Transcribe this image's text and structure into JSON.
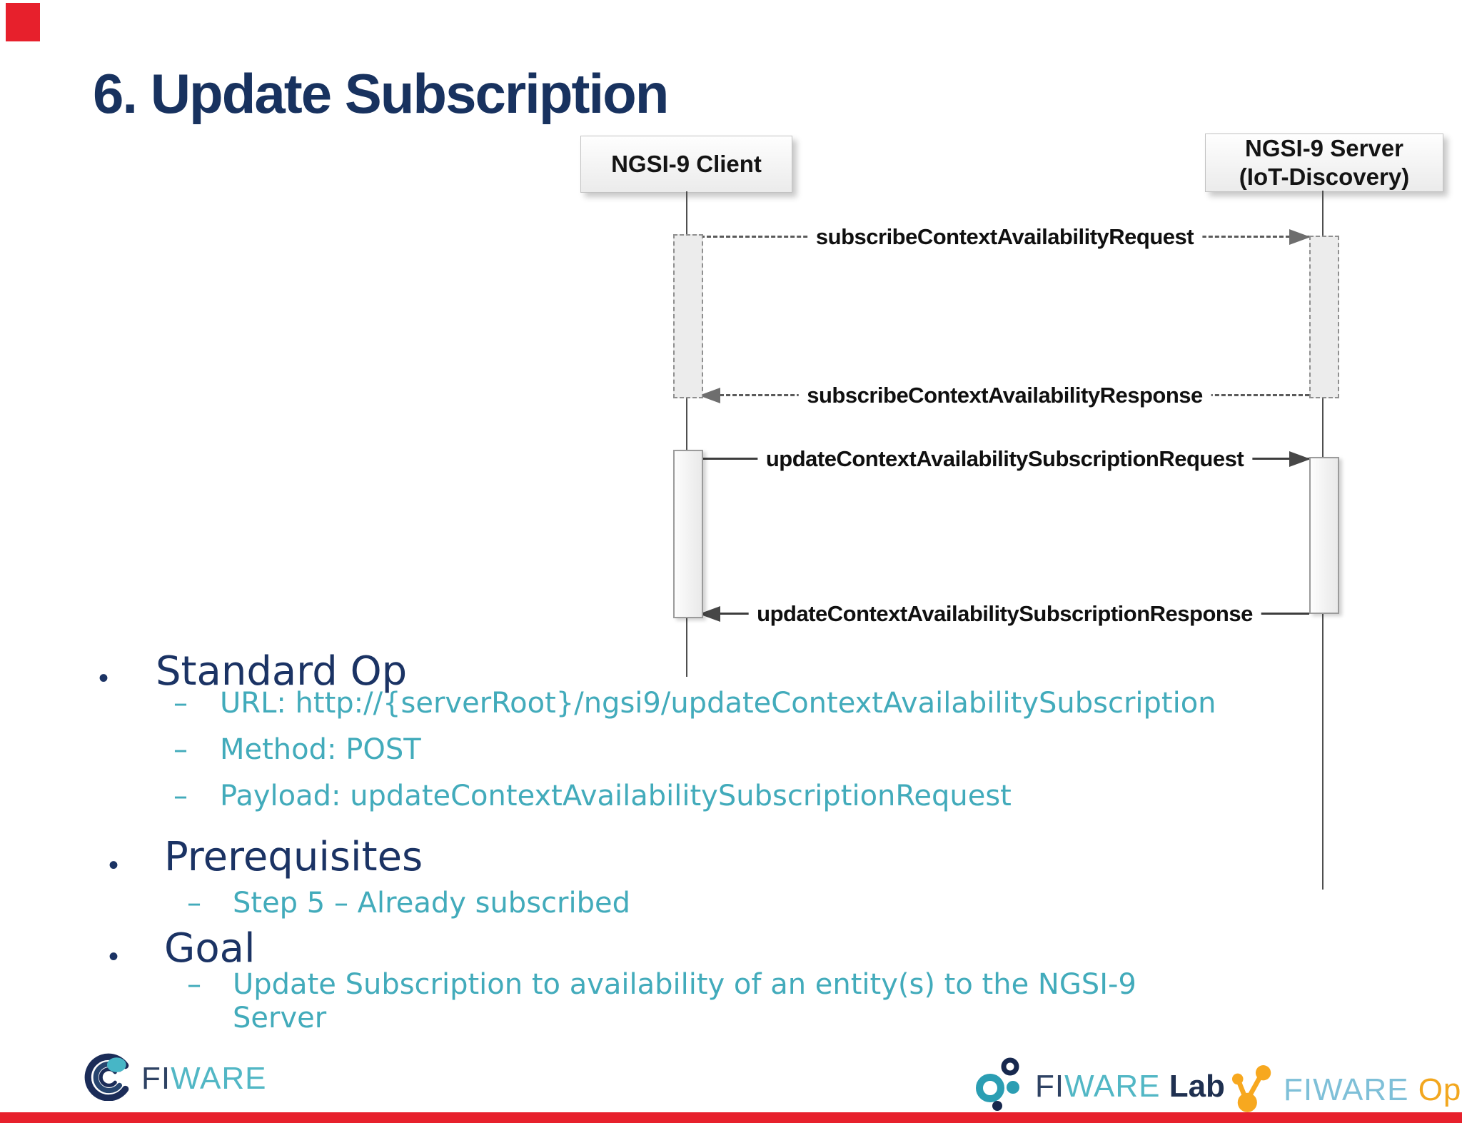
{
  "title": "6. Update Subscription",
  "colors": {
    "accent_red": "#e7202c",
    "heading_navy": "#1b3364",
    "sub_teal": "#42abbb",
    "title_navy": "#18325f"
  },
  "diagram": {
    "client_label": "NGSI-9 Client",
    "server_label_line1": "NGSI-9 Server",
    "server_label_line2": "(IoT-Discovery)",
    "messages": [
      {
        "label": "subscribeContextAvailabilityRequest",
        "style": "dashed",
        "direction": "right"
      },
      {
        "label": "subscribeContextAvailabilityResponse",
        "style": "dashed",
        "direction": "left"
      },
      {
        "label": "updateContextAvailabilitySubscriptionRequest",
        "style": "solid",
        "direction": "right"
      },
      {
        "label": "updateContextAvailabilitySubscriptionResponse",
        "style": "solid",
        "direction": "left"
      }
    ]
  },
  "glyphs": {
    "bullet": "•",
    "dash": "–"
  },
  "bullets": {
    "standard_op": {
      "label": "Standard Op",
      "items": [
        "URL: http://{serverRoot}/ngsi9/updateContextAvailabilitySubscription",
        "Method: POST",
        "Payload: updateContextAvailabilitySubscriptionRequest"
      ]
    },
    "prerequisites": {
      "label": "Prerequisites",
      "items": [
        "Step 5 – Already subscribed"
      ]
    },
    "goal": {
      "label": "Goal",
      "items": [
        "Update Subscription to availability of an entity(s) to the NGSI-9 Server"
      ]
    }
  },
  "footer": {
    "fiware_fi": "FI",
    "fiware_ware": "WARE",
    "lab_fi": "FI",
    "lab_ware": "WARE",
    "lab_suffix": " Lab",
    "ops_fi": "FI",
    "ops_ware": "WARE",
    "ops_suffix": " Ops"
  }
}
